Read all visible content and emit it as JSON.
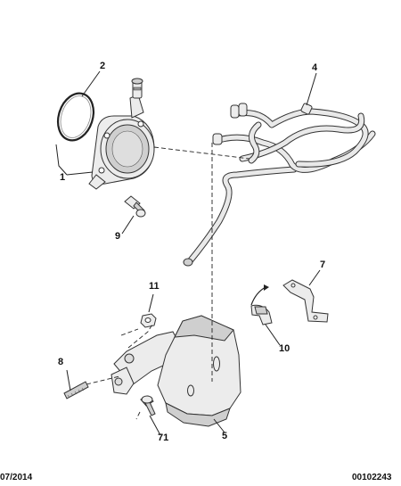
{
  "callouts": {
    "c1": "1",
    "c2": "2",
    "c4": "4",
    "c5": "5",
    "c7": "7",
    "c8": "8",
    "c9": "9",
    "c10": "10",
    "c11": "11",
    "c71": "71"
  },
  "footer": {
    "date": "07/2014",
    "reference": "00102243"
  },
  "icons": [
    "vacuum-pump-icon",
    "seal-ring-icon",
    "hose-assembly-icon",
    "bracket-icon",
    "clip-icon",
    "screw-icon",
    "stud-icon",
    "nut-icon",
    "reservoir-icon"
  ]
}
